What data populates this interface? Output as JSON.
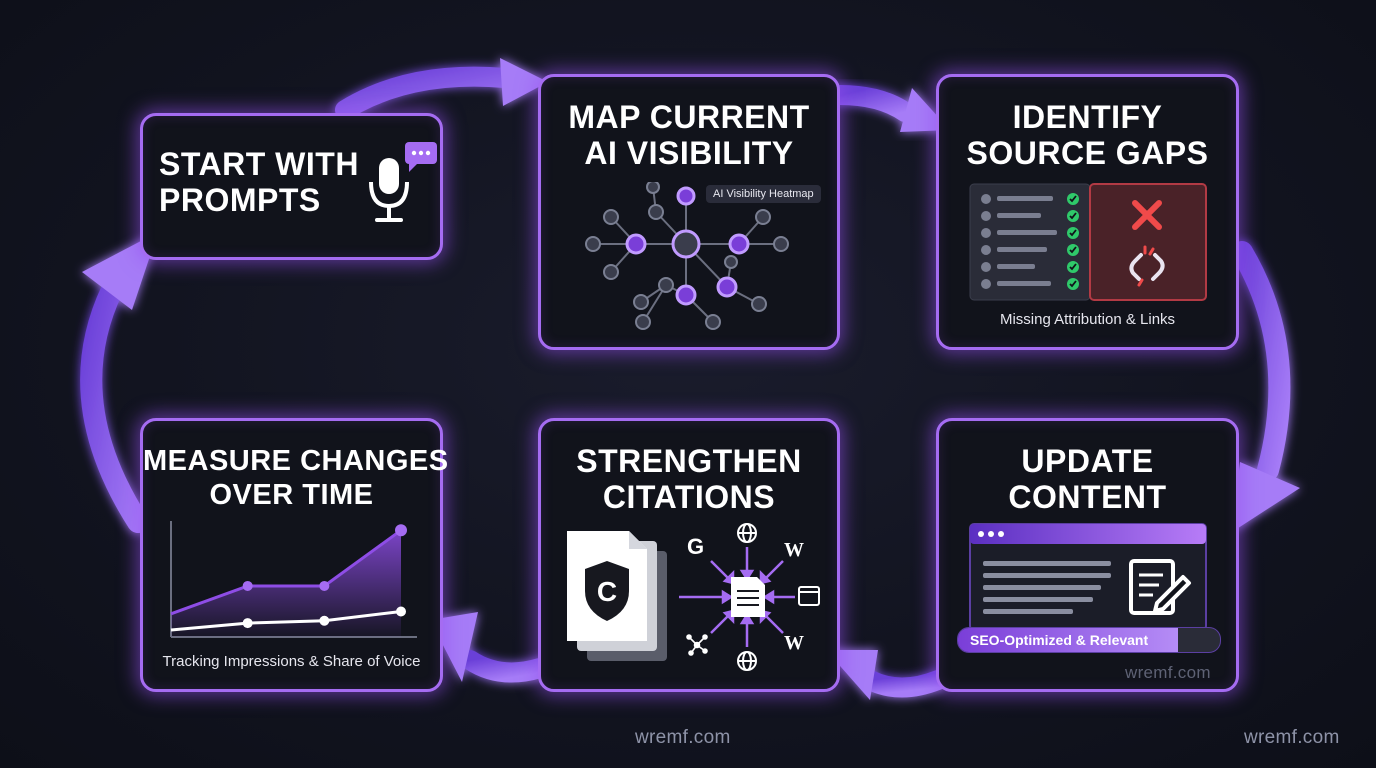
{
  "colors": {
    "accent": "#a56cf2",
    "arrow": "#8a5cf0",
    "check": "#2fc96a",
    "cross": "#f04a4a",
    "background": "#121420"
  },
  "steps": {
    "prompts": {
      "title_line1": "START WITH",
      "title_line2": "PROMPTS",
      "icon": "microphone-chat-icon"
    },
    "map": {
      "title_line1": "MAP CURRENT",
      "title_line2": "AI VISIBILITY",
      "badge": "AI Visibility Heatmap",
      "icon": "network-graph-icon"
    },
    "gaps": {
      "title_line1": "IDENTIFY",
      "title_line2": "SOURCE GAPS",
      "caption": "Missing Attribution & Links",
      "icons": [
        "check-icon",
        "cross-icon",
        "broken-link-icon"
      ]
    },
    "update": {
      "title_line1": "UPDATE",
      "title_line2": "CONTENT",
      "status_bar": "SEO-Optimized & Relevant",
      "watermark": "wremf.com",
      "icon": "edit-document-icon"
    },
    "citations": {
      "title_line1": "STRENGTHEN",
      "title_line2": "CITATIONS",
      "letters": {
        "google": "G",
        "wiki": "W"
      },
      "icons": [
        "shield-document-icon",
        "globe-icon",
        "browser-icon",
        "network-icon",
        "document-icon"
      ]
    },
    "measure": {
      "title_line1": "MEASURE CHANGES",
      "title_line2": "OVER TIME",
      "caption": "Tracking Impressions & Share of Voice",
      "icon": "line-chart-icon"
    }
  },
  "chart_data": {
    "type": "line",
    "x": [
      1,
      2,
      3,
      4
    ],
    "series": [
      {
        "values": [
          1.0,
          2.2,
          2.2,
          4.6
        ]
      },
      {
        "values": [
          0.3,
          0.6,
          0.7,
          1.1
        ]
      }
    ],
    "ylim": [
      0,
      5
    ],
    "grid": false,
    "legend": "none"
  },
  "watermarks": [
    "wremf.com",
    "wremf.com"
  ]
}
